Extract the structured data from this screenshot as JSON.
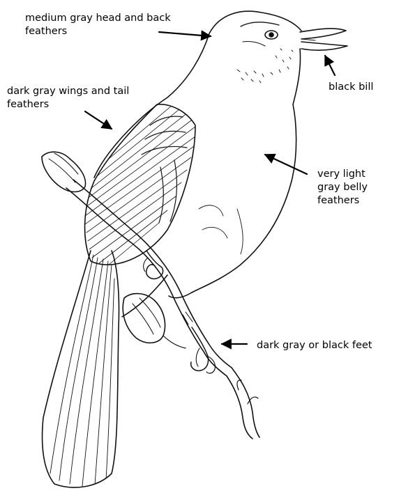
{
  "labels": {
    "head": [
      "medium gray head and back",
      "feathers"
    ],
    "wings": [
      "dark gray wings and tail",
      "feathers"
    ],
    "bill": [
      "black bill"
    ],
    "belly": [
      "very light",
      "gray belly",
      "feathers"
    ],
    "feet": [
      "dark gray or black feet"
    ]
  },
  "colors": {
    "ink": "#000000",
    "background": "#ffffff"
  }
}
